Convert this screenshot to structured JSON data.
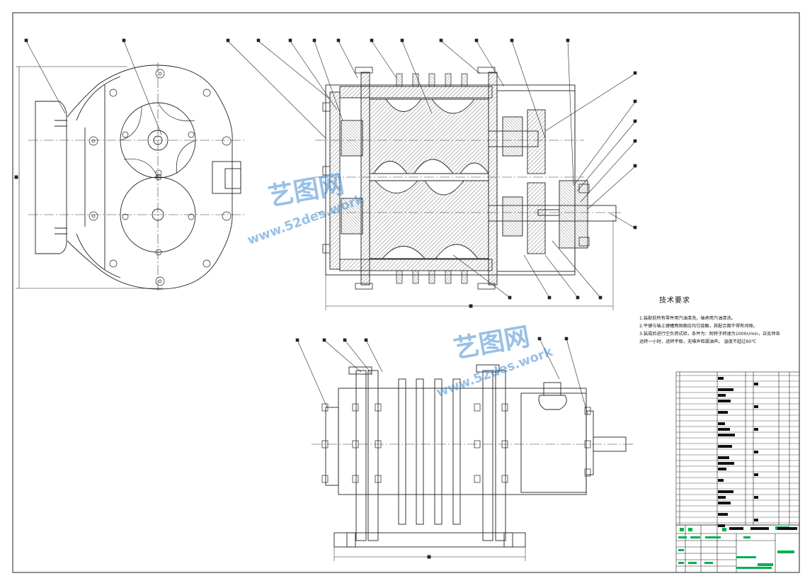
{
  "technical_requirements": {
    "title": "技术要求",
    "items": [
      "1.装配前所有零件用汽油清洗，轴承用汽油清洗。",
      "2.平键与轴上键槽两侧面应均匀接触，其配合面不得有间隙。",
      "3.装成后进行空负荷试验，条件为：附转子转速为1000r/min，正反转各",
      "运转一小时，运转平稳，无噪声和漏油声。      温度不超过60℃"
    ]
  },
  "watermark": {
    "brand": "艺图网",
    "url": "www.52des.work"
  },
  "colors": {
    "line": "#1a1a1a",
    "hatch": "#444444",
    "centerline": "#333333",
    "titleblock_accent": "#00b050",
    "watermark": "#4a90d9"
  }
}
